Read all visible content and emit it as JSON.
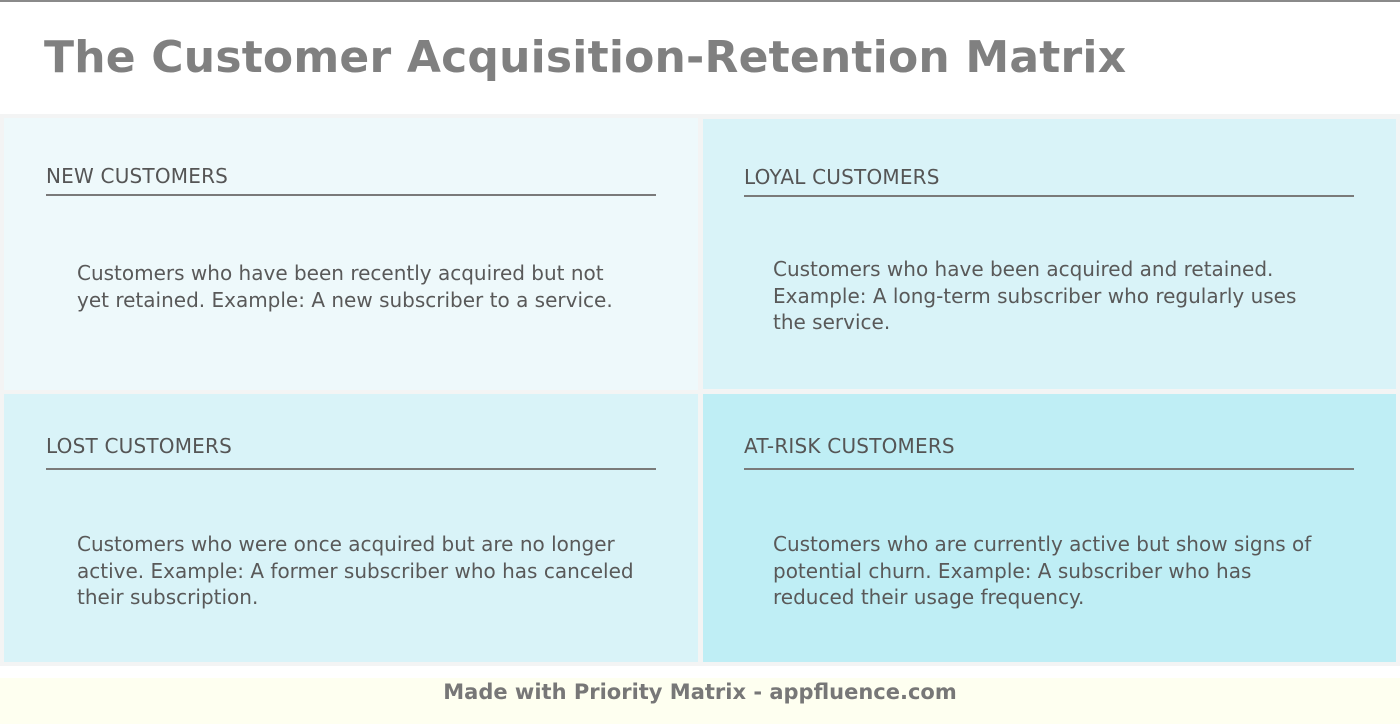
{
  "header": {
    "title": "The Customer Acquisition-Retention Matrix"
  },
  "colors": {
    "title_text": "#808080",
    "grid_background": "#f3f4f4",
    "footer_background": "#fefff0",
    "footer_text": "#777777"
  },
  "matrix": {
    "quadrants": [
      {
        "position": "top-left",
        "title": "NEW CUSTOMERS",
        "description": "Customers who have been recently acquired but not yet retained. Example: A new subscriber to a service.",
        "color": "#eef9fb"
      },
      {
        "position": "top-right",
        "title": "LOYAL CUSTOMERS",
        "description": "Customers who have been acquired and retained. Example: A long-term subscriber who regularly uses the service.",
        "color": "#d9f3f8"
      },
      {
        "position": "bottom-left",
        "title": "LOST CUSTOMERS",
        "description": "Customers who were once acquired but are no longer active. Example: A former subscriber who has canceled their subscription.",
        "color": "#d9f3f8"
      },
      {
        "position": "bottom-right",
        "title": "AT-RISK CUSTOMERS",
        "description": "Customers who are currently active but show signs of potential churn. Example: A subscriber who has reduced their usage frequency.",
        "color": "#bfeef5"
      }
    ]
  },
  "footer": {
    "text": "Made with Priority Matrix - appfluence.com"
  }
}
